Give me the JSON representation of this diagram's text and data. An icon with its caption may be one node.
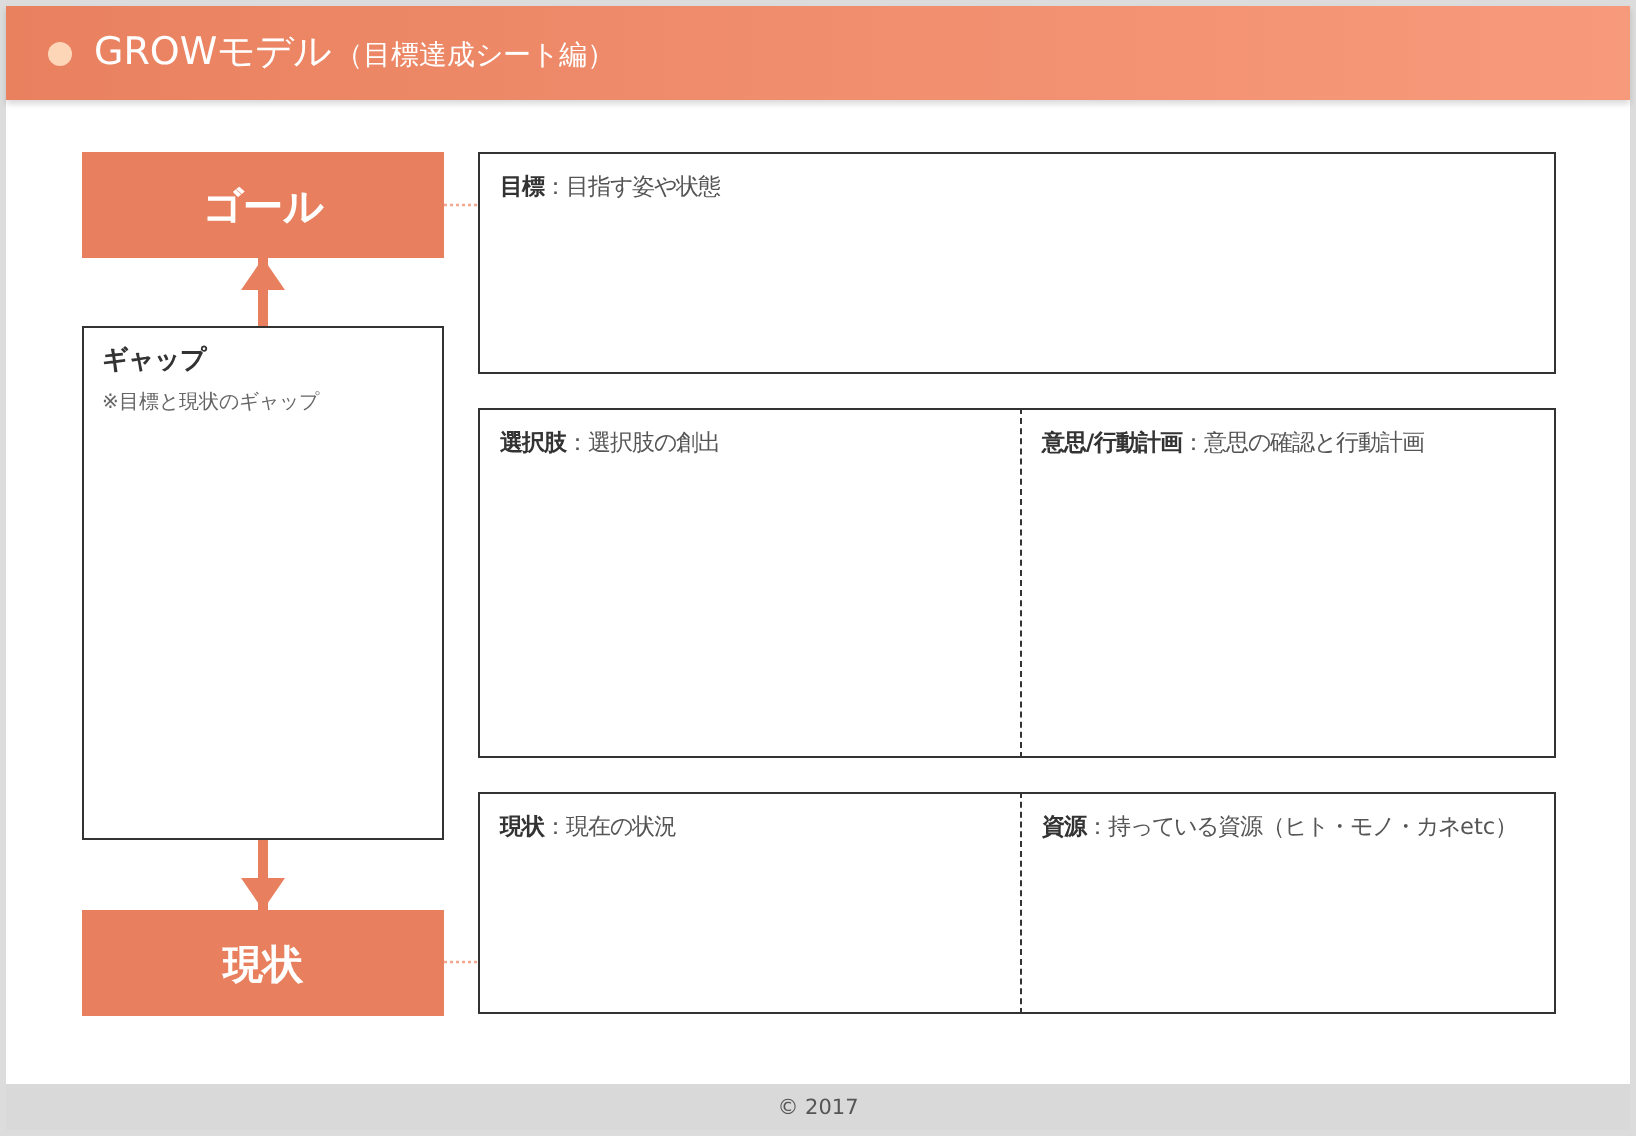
{
  "diagram": {
    "title": "GROWモデル",
    "nodes": [
      {
        "text": [
          "ゴール"
        ]
      },
      {
        "text": [
          "ギャップ",
          "※目標と現状のギャップ"
        ]
      },
      {
        "text": [
          "現状"
        ]
      },
      {
        "text": [
          "**目標**：目指す姿や状態"
        ]
      },
      {
        "text": [
          "**選択肢**：選択肢の創出"
        ]
      },
      {
        "text": [
          "**意思/行動計画**：意思の確認と行動計画"
        ]
      },
      {
        "text": [
          "**現状**：現在の状況"
        ]
      },
      {
        "text": [
          "**資源**：持っている資源（ヒト・モノ・カネetc）"
        ]
      }
    ],
    "edges": [
      {
        "from": 1,
        "to": 0,
        "arrow": "to",
        "style": "thick"
      },
      {
        "from": 1,
        "to": 2,
        "arrow": "to",
        "style": "thick"
      },
      {
        "from": 0,
        "to": 3,
        "arrow": "none",
        "style": "dashed",
        "color": "#f5a78e"
      },
      {
        "from": 2,
        "to": 6,
        "arrow": "none",
        "style": "dashed",
        "color": "#f5a78e"
      }
    ],
    "labels": [
      "（目標達成シート編）",
      "© 2017"
    ]
  }
}
